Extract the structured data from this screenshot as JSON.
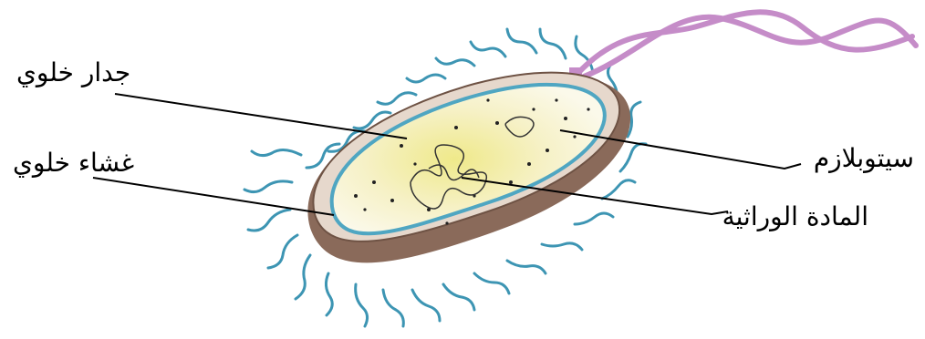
{
  "labels": {
    "cell_wall": "جدار خلوي",
    "cell_membrane": "غشاء خلوي",
    "cytoplasm": "سيتوبلازم",
    "genetic_material": "المادة الوراثية"
  },
  "colors": {
    "outer_wall": "#8a6a5a",
    "wall_rim": "#e6d8cc",
    "membrane": "#4fa6c2",
    "cytoplasm": "#f7f2d0",
    "cytoplasm_center": "#f0eb8a",
    "pili": "#3d95b3",
    "flagellum": "#c58cc8",
    "leader_lines": "#000000"
  },
  "icons": {
    "cell_illustration": "bacterium-cell-icon",
    "flagellum": "flagellum-icon",
    "pili": "pili-icon",
    "chromosome": "dna-tangle-icon",
    "ribosomes": "ribosome-dots-icon"
  }
}
